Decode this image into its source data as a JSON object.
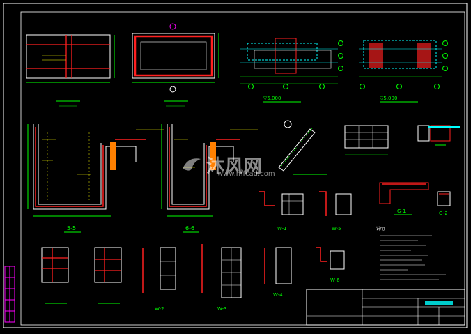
{
  "drawing": {
    "background": "#000000",
    "colors": {
      "outline": "#ffffff",
      "rebar": "#ff2020",
      "detail": "#00ff00",
      "text": "#ffff00",
      "dim": "#00ffff",
      "fill": "#ff00ff"
    },
    "labels": {
      "sec_55": "5-5",
      "sec_66": "6-6",
      "sec_w1": "W-1",
      "sec_w2": "W-2",
      "sec_w3": "W-3",
      "sec_w4": "W-4",
      "sec_w5": "W-5",
      "sec_w6": "W-6",
      "sec_g1": "G-1",
      "sec_g2": "G-2",
      "sec_1p": "▽5.000",
      "sec_2p": "▽5.000"
    },
    "notes_header": "说明"
  },
  "watermark": {
    "brand": "沐风网",
    "url": "www.mfcad.com"
  }
}
